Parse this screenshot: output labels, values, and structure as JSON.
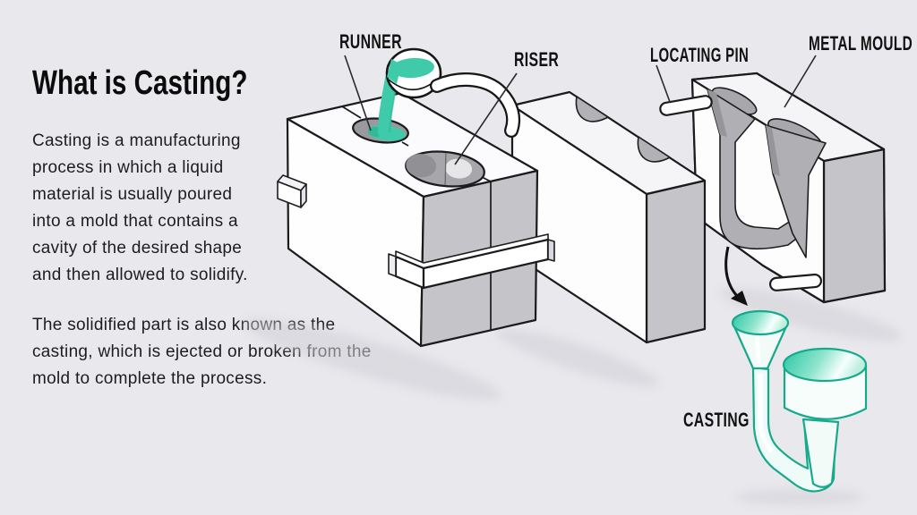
{
  "infographic": {
    "title": "What is Casting?",
    "paragraph_1": "Casting is a manufacturing\nprocess in which a liquid\nmaterial is usually poured\ninto a mold that contains a\ncavity of the desired shape\nand then allowed to solidify.",
    "paragraph_2": "The solidified part is also known as the\ncasting, which is ejected or broken from the\nmold to complete the process.",
    "labels": {
      "runner": "RUNNER",
      "riser": "RISER",
      "locating_pin": "LOCATING PIN",
      "metal_mould": "METAL MOULD",
      "casting": "CASTING"
    },
    "colors": {
      "background": "#e9e9ed",
      "molten_metal": "#3fcbaa",
      "molten_metal_dark": "#2db795",
      "casting_outline": "#16a98c",
      "casting_fill": "#effbf8",
      "mold_side_gray": "#c5c5c9",
      "cavity_gray": "#b0b0b4",
      "outline_black": "#1b1b1d",
      "text_black": "#111111"
    }
  }
}
